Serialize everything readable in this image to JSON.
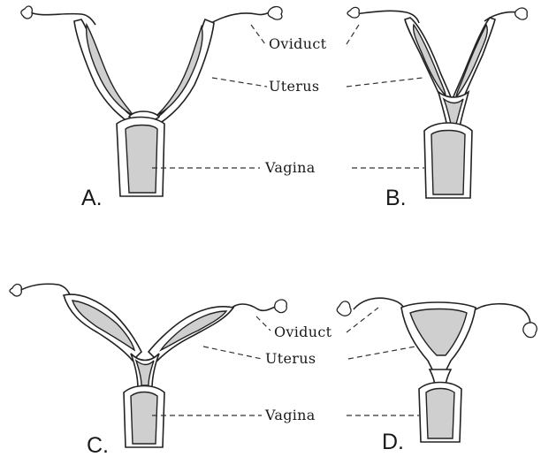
{
  "labels": {
    "oviduct": "Oviduct",
    "uterus": "Uterus",
    "vagina": "Vagina"
  },
  "panels": {
    "a": "A.",
    "b": "B.",
    "c": "C.",
    "d": "D."
  }
}
